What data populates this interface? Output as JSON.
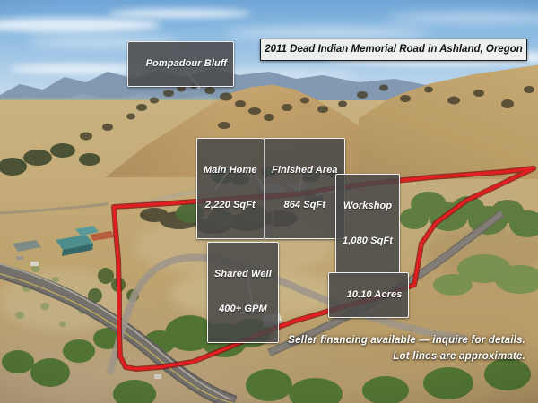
{
  "title_banner": {
    "text": "2011 Dead Indian Memorial Road in Ashland, Oregon"
  },
  "callouts": [
    {
      "id": "pompadour-bluff",
      "line1": "Pompadour Bluff",
      "line2": ""
    },
    {
      "id": "main-home",
      "line1": "Main Home",
      "line2": "2,220 SqFt"
    },
    {
      "id": "finished-area",
      "line1": "Finished Area",
      "line2": "864 SqFt"
    },
    {
      "id": "workshop",
      "line1": "Workshop",
      "line2": "1,080 SqFt"
    },
    {
      "id": "shared-well",
      "line1": "Shared Well",
      "line2": "400+ GPM"
    },
    {
      "id": "acreage",
      "line1": "10.10 Acres",
      "line2": ""
    }
  ],
  "disclaimers": {
    "line1": "Seller financing available — inquire for details.",
    "line2": "Lot lines are approximate."
  },
  "colors": {
    "boundary_red": "#e02020",
    "boundary_outline": "#7a0d0d",
    "leader_line": "#ffffff",
    "callout_bg": "#484848",
    "callout_border": "#f2f2f2",
    "banner_bg": "#f1f1ef",
    "banner_border": "#1a1a1a",
    "sky": "#8ab8e0",
    "ground": "#c2a673"
  },
  "lot": {
    "label": "10.10 Acres",
    "boundary_points": "127,231 176,228 258,222 330,217 404,206 480,198 560,192 595,188 560,205 520,224 486,249 470,272 466,296 462,318 430,330 378,344 330,358 292,372 250,390 215,404 178,410 152,412 140,410 134,398 133,372 133,330 132,290 129,258 127,231"
  }
}
